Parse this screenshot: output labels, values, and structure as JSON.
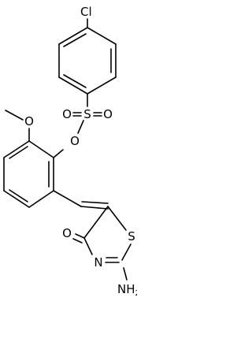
{
  "molecule": {
    "atoms": {
      "chlorine": "Cl",
      "sulfonyl_sulfur": "S",
      "sulfonyl_oxygen_left": "O",
      "sulfonyl_oxygen_right": "O",
      "ester_oxygen": "O",
      "methoxy_oxygen": "O",
      "carbonyl_oxygen": "O",
      "ring_sulfur": "S",
      "ring_nitrogen": "N",
      "amino_group": "NH",
      "amino_subscript": "2"
    }
  }
}
